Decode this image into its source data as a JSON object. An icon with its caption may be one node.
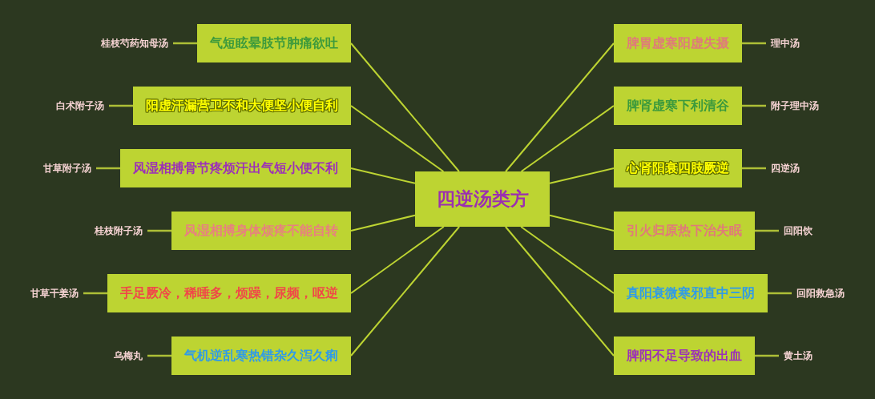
{
  "diagram": {
    "nodes": [
      {
        "text": [
          "四逆汤类方"
        ]
      },
      {
        "text": [
          "气短眩晕肢节肿痛欲吐"
        ]
      },
      {
        "text": [
          "桂枝芍药知母汤"
        ]
      },
      {
        "text": [
          "阳虚汗漏营卫不和大便坚小便自利"
        ]
      },
      {
        "text": [
          "白术附子汤"
        ]
      },
      {
        "text": [
          "风湿相搏骨节疼烦汗出气短小便不利"
        ]
      },
      {
        "text": [
          "甘草附子汤"
        ]
      },
      {
        "text": [
          "风湿相搏身体烦疼不能自转"
        ]
      },
      {
        "text": [
          "桂枝附子汤"
        ]
      },
      {
        "text": [
          "手足厥冷，稀唾多，烦躁，尿频，呕逆"
        ]
      },
      {
        "text": [
          "甘草干姜汤"
        ]
      },
      {
        "text": [
          "气机逆乱寒热错杂久泻久痢"
        ]
      },
      {
        "text": [
          "乌梅丸"
        ]
      },
      {
        "text": [
          "脾胃虚寒阳虚失摄"
        ]
      },
      {
        "text": [
          "理中汤"
        ]
      },
      {
        "text": [
          "脾肾虚寒下利清谷"
        ]
      },
      {
        "text": [
          "附子理中汤"
        ]
      },
      {
        "text": [
          "心肾阳衰四肢厥逆"
        ]
      },
      {
        "text": [
          "四逆汤"
        ]
      },
      {
        "text": [
          "引火归原热下治失眠"
        ]
      },
      {
        "text": [
          "回阳饮"
        ]
      },
      {
        "text": [
          "真阳衰微寒邪直中三阴"
        ]
      },
      {
        "text": [
          "回阳救急汤"
        ]
      },
      {
        "text": [
          "脾阳不足导致的出血"
        ]
      },
      {
        "text": [
          "黄土汤"
        ]
      }
    ],
    "edges": [
      {
        "from": 0,
        "to": 1,
        "arrow": "none"
      },
      {
        "from": 1,
        "to": 2,
        "arrow": "none"
      },
      {
        "from": 0,
        "to": 3,
        "arrow": "none"
      },
      {
        "from": 3,
        "to": 4,
        "arrow": "none"
      },
      {
        "from": 0,
        "to": 5,
        "arrow": "none"
      },
      {
        "from": 5,
        "to": 6,
        "arrow": "none"
      },
      {
        "from": 0,
        "to": 7,
        "arrow": "none"
      },
      {
        "from": 7,
        "to": 8,
        "arrow": "none"
      },
      {
        "from": 0,
        "to": 9,
        "arrow": "none"
      },
      {
        "from": 9,
        "to": 10,
        "arrow": "none"
      },
      {
        "from": 0,
        "to": 11,
        "arrow": "none"
      },
      {
        "from": 11,
        "to": 12,
        "arrow": "none"
      },
      {
        "from": 0,
        "to": 13,
        "arrow": "none"
      },
      {
        "from": 13,
        "to": 14,
        "arrow": "none"
      },
      {
        "from": 0,
        "to": 15,
        "arrow": "none"
      },
      {
        "from": 15,
        "to": 16,
        "arrow": "none"
      },
      {
        "from": 0,
        "to": 17,
        "arrow": "none"
      },
      {
        "from": 17,
        "to": 18,
        "arrow": "none"
      },
      {
        "from": 0,
        "to": 19,
        "arrow": "none"
      },
      {
        "from": 19,
        "to": 20,
        "arrow": "none"
      },
      {
        "from": 0,
        "to": 21,
        "arrow": "none"
      },
      {
        "from": 21,
        "to": 22,
        "arrow": "none"
      },
      {
        "from": 0,
        "to": 23,
        "arrow": "none"
      },
      {
        "from": 23,
        "to": 24,
        "arrow": "none"
      }
    ]
  }
}
